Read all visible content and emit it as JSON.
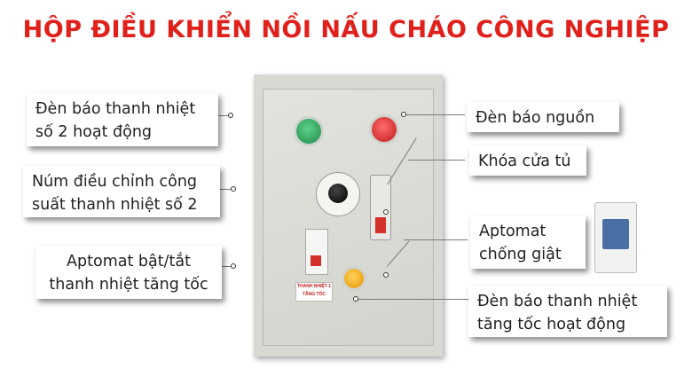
{
  "title": "HỘP ĐIỀU KHIỂN NỒI NẤU CHÁO CÔNG NGHIỆP",
  "labels": {
    "heater2_lamp": [
      "Đèn báo thanh nhiệt",
      "số 2 hoạt động"
    ],
    "power_lamp": "Đèn báo nguồn",
    "heater2_knob": [
      "Núm điều chỉnh công",
      "suất thanh nhiệt số 2"
    ],
    "door_lock": "Khóa cửa tủ",
    "rcd": [
      "Aptomat",
      "chống giật"
    ],
    "boost_breaker": [
      "Aptomat bật/tắt",
      "thanh nhiệt tăng tốc"
    ],
    "boost_lamp": [
      "Đèn báo thanh nhiệt",
      "tăng tốc hoạt động"
    ]
  },
  "nameplate": [
    "THANH NHIỆT 1",
    "TĂNG TỐC"
  ],
  "colors": {
    "title": "#e0201b",
    "green_lamp": "#2aa860",
    "red_lamp": "#e02a2a",
    "amber_lamp": "#f5a400"
  }
}
